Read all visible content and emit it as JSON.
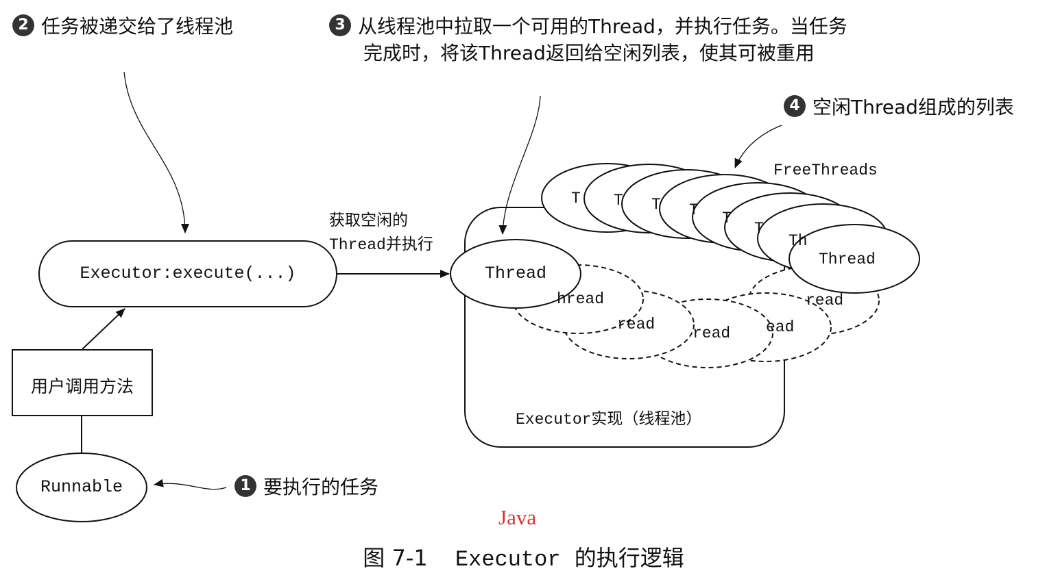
{
  "annotations": {
    "a1": {
      "badge": "1",
      "text": "要执行的任务"
    },
    "a2": {
      "badge": "2",
      "text": "任务被递交给了线程池"
    },
    "a3": {
      "badge": "3",
      "line1": "从线程池中拉取一个可用的Thread，并执行任务。当任务",
      "line2": "完成时，将该Thread返回给空闲列表，使其可被重用"
    },
    "a4": {
      "badge": "4",
      "text": "空闲Thread组成的列表"
    }
  },
  "nodes": {
    "executor_execute": "Executor:execute(...)",
    "user_call": "用户调用方法",
    "runnable": "Runnable",
    "active_thread": "Thread",
    "pool_label": "Executor实现（线程池）",
    "free_threads_label": "FreeThreads",
    "arrow_label_line1": "获取空闲的",
    "arrow_label_line2": "Thread并执行"
  },
  "free_thread_fragments": [
    "T",
    "T",
    "T",
    "T",
    "T",
    "T",
    "Th",
    "Thread"
  ],
  "busy_thread_fragments": [
    "hread",
    "read",
    "read",
    "ead",
    "read"
  ],
  "watermark": "Java",
  "caption": {
    "prefix": "图 7-1",
    "code": "Executor",
    "suffix": "的执行逻辑"
  },
  "colors": {
    "stroke": "#111111",
    "badge": "#333333",
    "watermark": "#e03030"
  }
}
